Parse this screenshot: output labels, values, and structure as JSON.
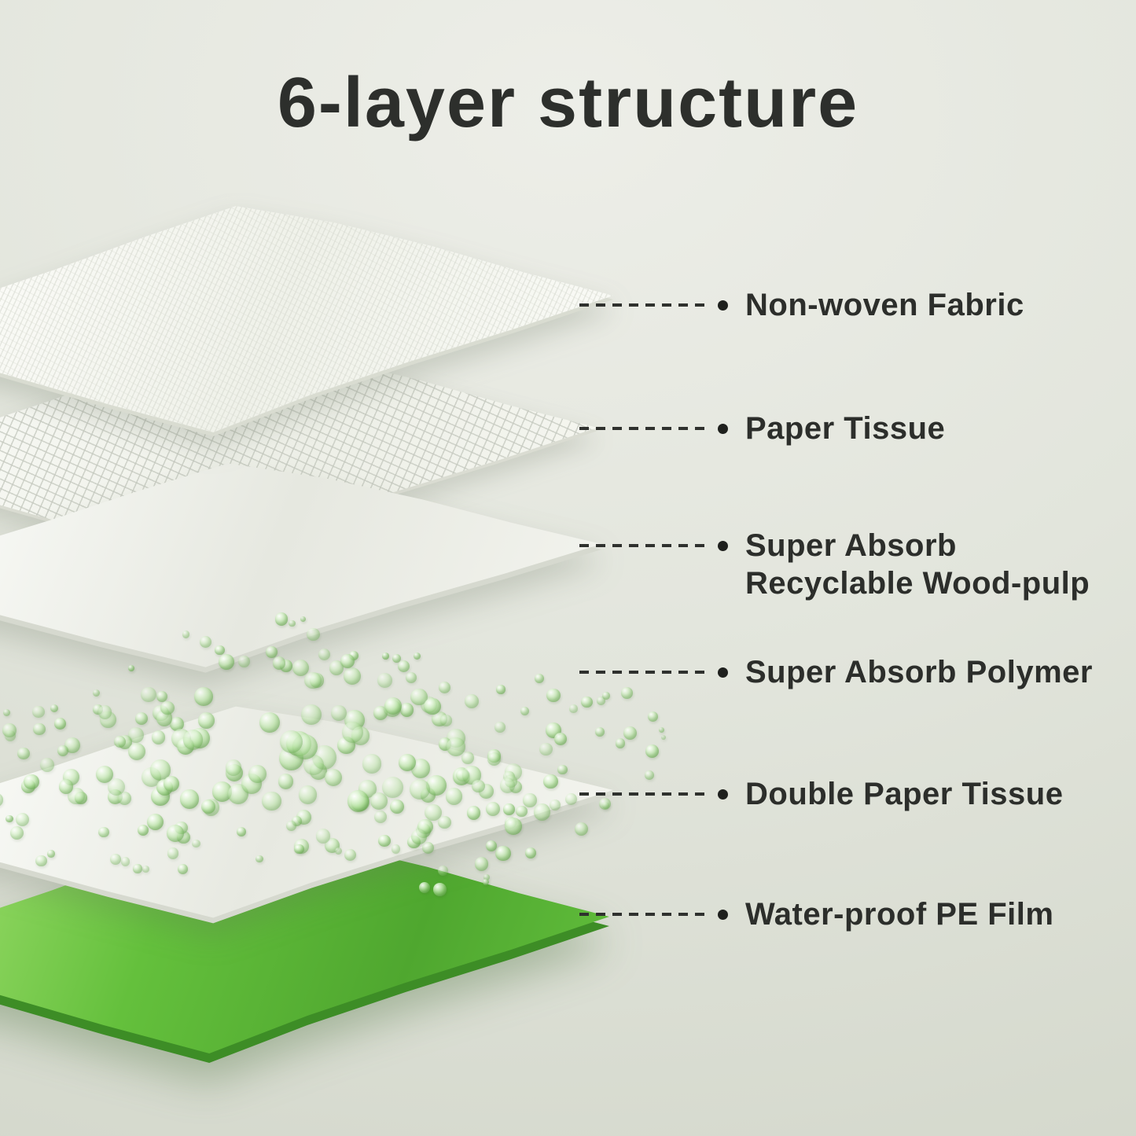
{
  "title": "6-layer structure",
  "colors": {
    "background": "#e2e5dc",
    "text": "#2c2e2b",
    "connector": "#2f312e",
    "pe_film_green": "#57b33e",
    "polymer_bead_green": "#9cd47f",
    "sheet_white": "#f4f5ef"
  },
  "layers": [
    {
      "label": "Non-woven Fabric"
    },
    {
      "label": "Paper Tissue"
    },
    {
      "label_line1": "Super Absorb",
      "label_line2": "Recyclable Wood-pulp"
    },
    {
      "label": "Super Absorb Polymer"
    },
    {
      "label": "Double Paper Tissue"
    },
    {
      "label": "Water-proof PE Film"
    }
  ]
}
